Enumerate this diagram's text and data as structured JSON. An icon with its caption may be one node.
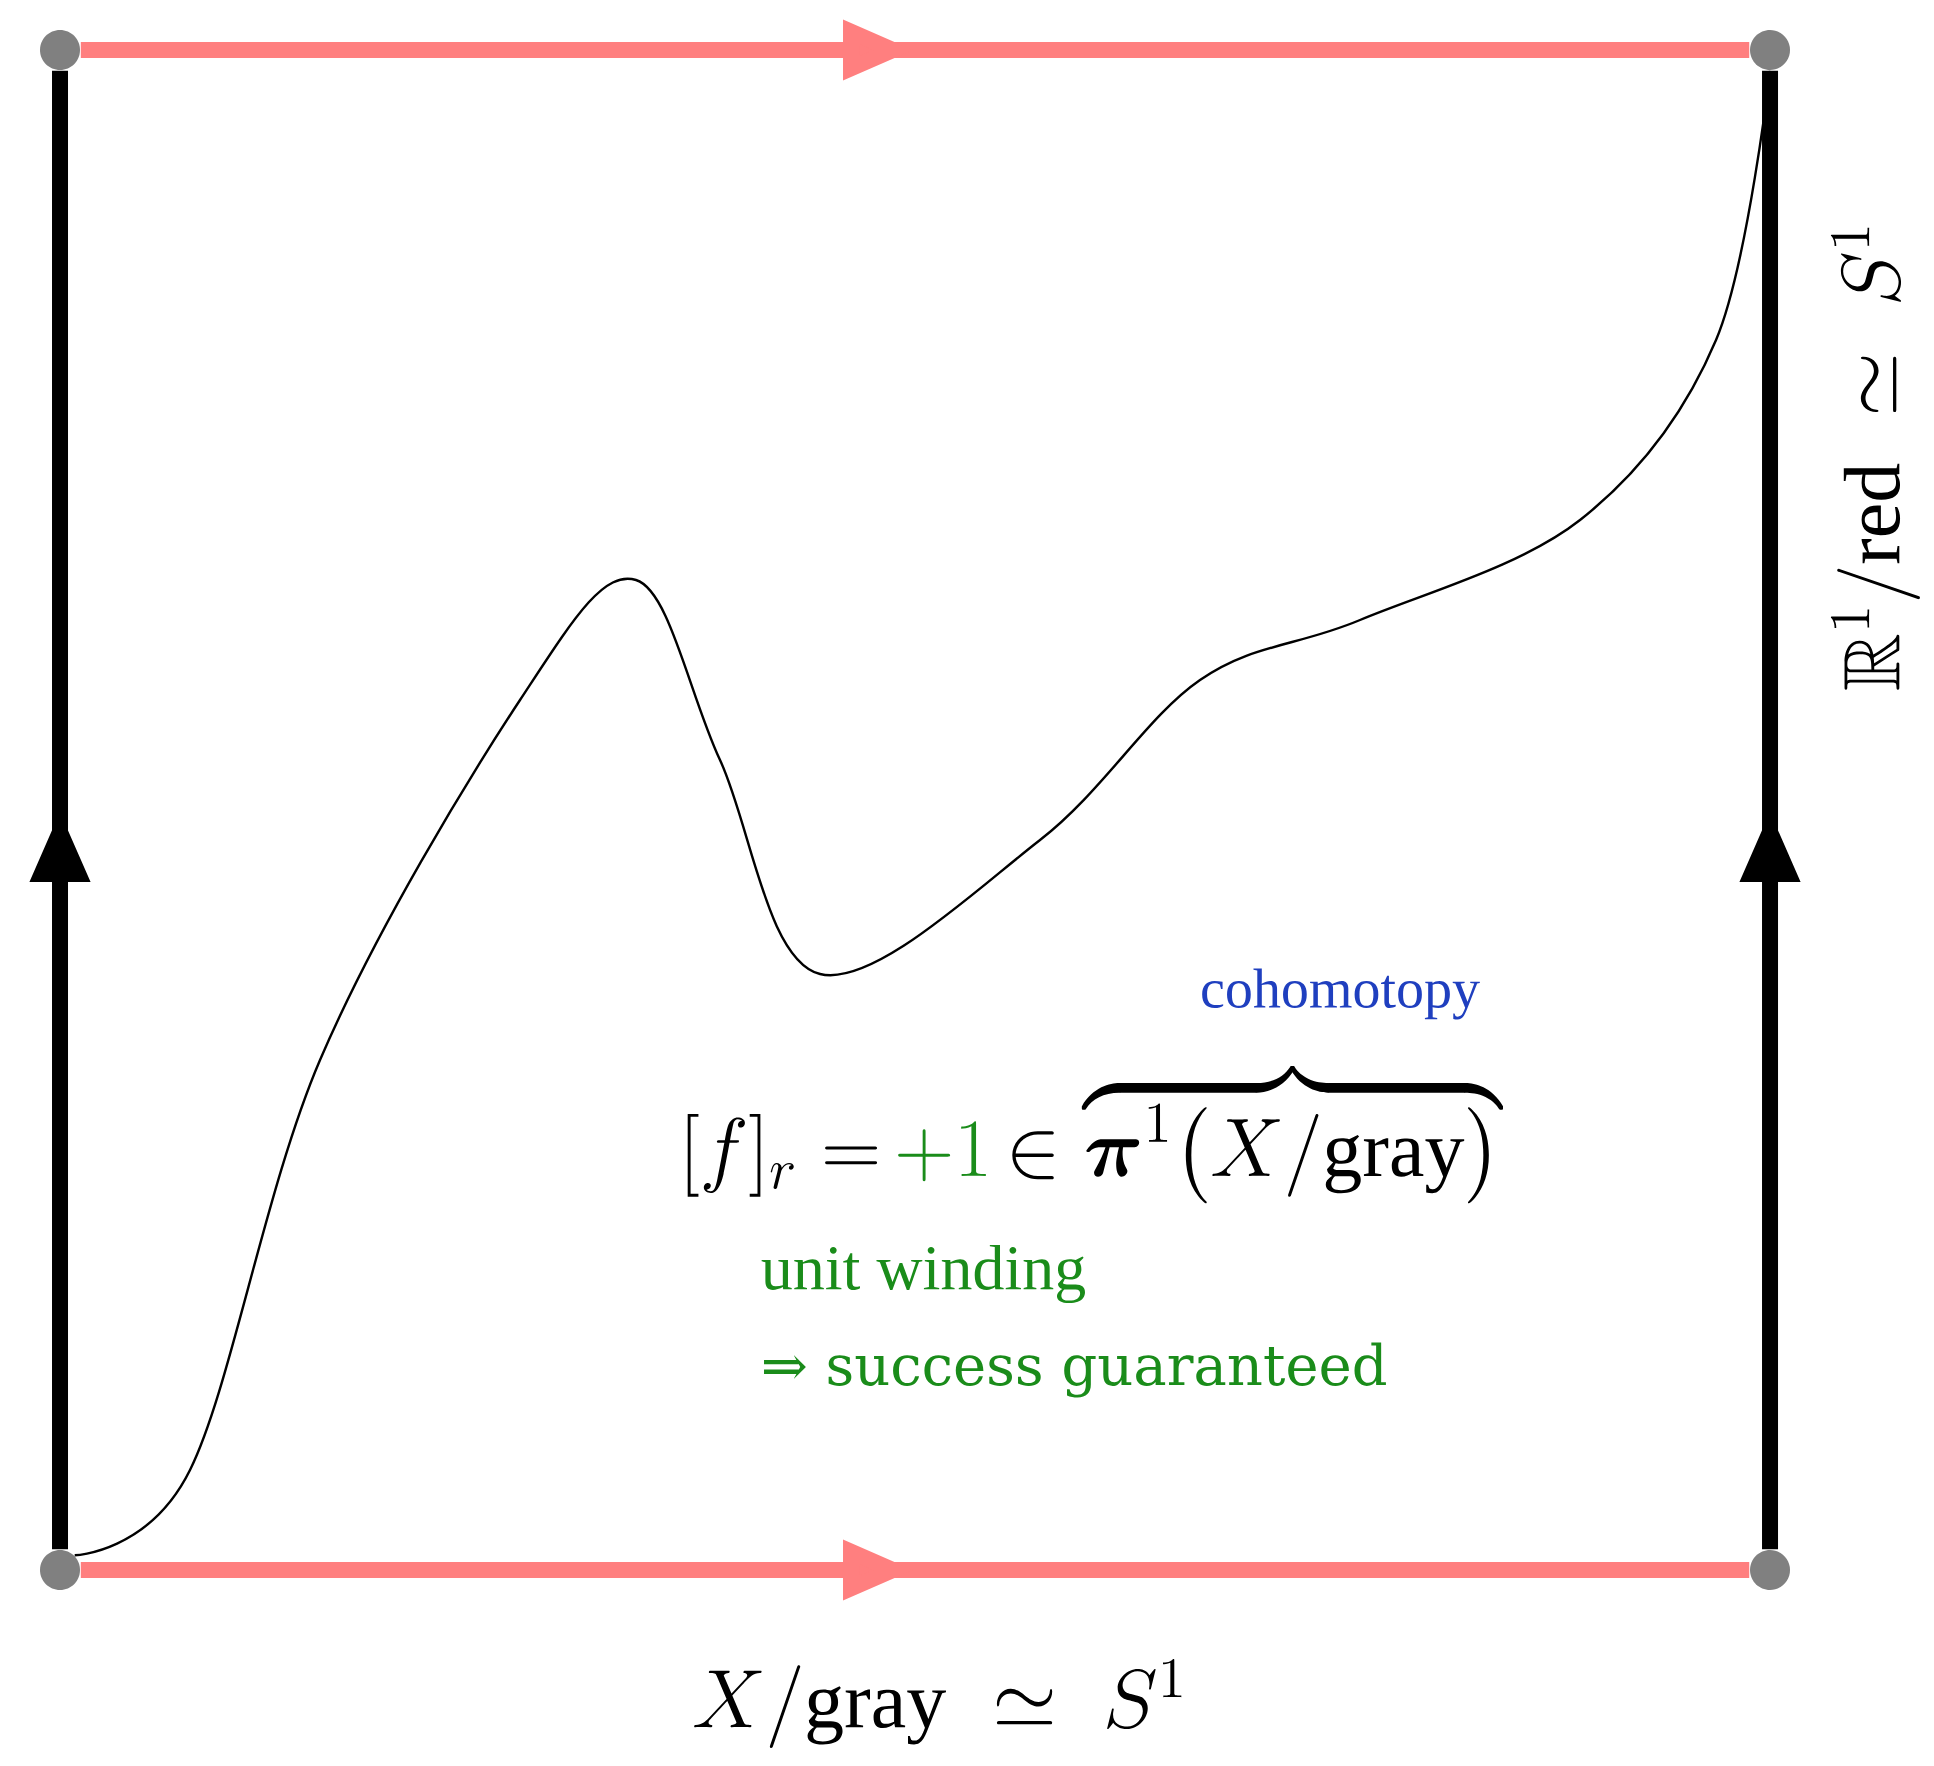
{
  "diagram": {
    "nodes": [
      {
        "text": [],
        "shape": "circle"
      },
      {
        "text": [],
        "shape": "circle"
      },
      {
        "text": [],
        "shape": "circle"
      },
      {
        "text": [],
        "shape": "circle"
      }
    ],
    "edges": [
      {
        "from": 0,
        "to": 1,
        "arrow": "to",
        "color": "#ff7f7f"
      },
      {
        "from": 2,
        "to": 0,
        "arrow": "to",
        "color": "#000000"
      },
      {
        "from": 3,
        "to": 1,
        "arrow": "to",
        "color": "#000000"
      },
      {
        "from": 2,
        "to": 3,
        "arrow": "to",
        "color": "#ff7f7f"
      },
      {
        "from": 2,
        "to": 1,
        "arrow": "none",
        "color": "#000000"
      }
    ],
    "labels": [
      "cohomotopy",
      "[f]_r =",
      "+1",
      "\\in \\overbrace{\\boldsymbol{\\pi}^1\\big(X/\\mathrm{gray}\\big)}",
      "unit winding",
      "⇒ success guaranteed",
      "\\mathbb{R}^1/\\mathrm{red} \\;\\simeq\\; S^1",
      "X/\\mathrm{gray} \\;\\simeq\\; S^1"
    ]
  }
}
